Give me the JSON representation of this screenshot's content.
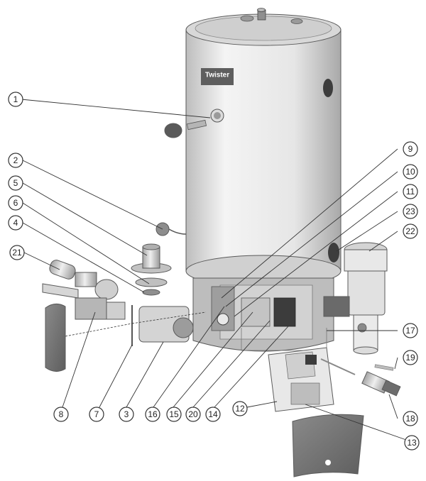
{
  "brand_label": "Twister",
  "callouts": [
    "1",
    "2",
    "5",
    "6",
    "4",
    "21",
    "8",
    "7",
    "3",
    "16",
    "15",
    "20",
    "14",
    "12",
    "13",
    "9",
    "10",
    "11",
    "23",
    "22",
    "17",
    "19",
    "18"
  ],
  "colors": {
    "stroke": "#333333",
    "tank": "#e9e9e9",
    "metal": "#c8c8c8",
    "dark": "#4a4a4a"
  }
}
